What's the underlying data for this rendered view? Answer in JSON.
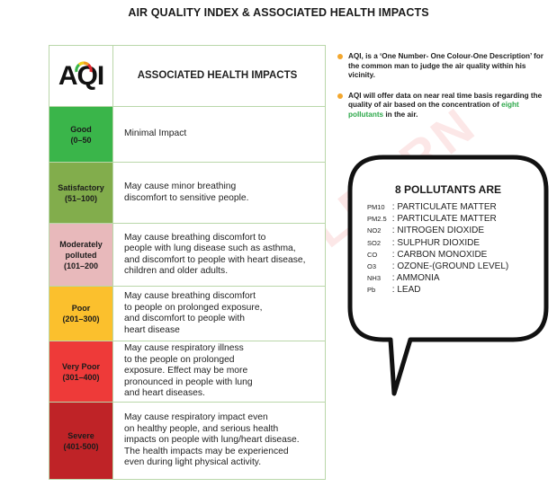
{
  "title": "AIR QUALITY INDEX & ASSOCIATED HEALTH IMPACTS",
  "logo_text": "AQI",
  "table_header": "ASSOCIATED HEALTH IMPACTS",
  "rows": [
    {
      "category": "Good",
      "range": "(0–50",
      "impact": "Minimal Impact",
      "color": "#3ab54a"
    },
    {
      "category": "Satisfactory",
      "range": "(51–100)",
      "impact": "May cause minor breathing\ndiscomfort to sensitive people.",
      "color": "#82ad4c"
    },
    {
      "category": "Moderately polluted",
      "range": "(101–200",
      "impact": "May cause breathing discomfort to\npeople with lung disease such as asthma,\nand discomfort to people with heart disease,\nchildren and older adults.",
      "color": "#e8b9bb"
    },
    {
      "category": "Poor",
      "range": "(201–300)",
      "impact": "May cause breathing discomfort\nto people on prolonged exposure,\nand discomfort to people with\nheart disease",
      "color": "#fbc02d"
    },
    {
      "category": "Very Poor",
      "range": "(301–400)",
      "impact": "May cause respiratory illness\nto the people on prolonged\nexposure. Effect may be more\npronounced in people with lung\nand heart diseases.",
      "color": "#ee3a39"
    },
    {
      "category": "Severe",
      "range": "(401-500)",
      "impact": "May cause respiratory impact even\non healthy people, and serious health\nimpacts on people with lung/heart disease.\nThe health impacts may be experienced\neven during light physical activity.",
      "color": "#bf2327"
    }
  ],
  "bullets": {
    "b1": "AQI, is a ‘One Number- One Colour-One Description’ for the common man to judge  the air quality within his vicinity.",
    "b2_pre": "AQI will offer data on near real time basis regarding the quality of air based on the concentration of ",
    "b2_green": "eight pollutants",
    "b2_post": " in the air."
  },
  "pollutants_title": "8 POLLUTANTS ARE",
  "pollutants": [
    {
      "code": "PM10",
      "name": "PARTICULATE MATTER"
    },
    {
      "code": "PM2.5",
      "name": "PARTICULATE MATTER"
    },
    {
      "code": "NO2",
      "name": "NITROGEN DIOXIDE"
    },
    {
      "code": "SO2",
      "name": "SULPHUR DIOXIDE"
    },
    {
      "code": "CO",
      "name": "CARBON MONOXIDE"
    },
    {
      "code": "O3",
      "name": "OZONE-(GROUND LEVEL)"
    },
    {
      "code": "NH3",
      "name": "AMMONIA"
    },
    {
      "code": "Pb",
      "name": "LEAD"
    }
  ],
  "watermark": "VISIONLEARN"
}
